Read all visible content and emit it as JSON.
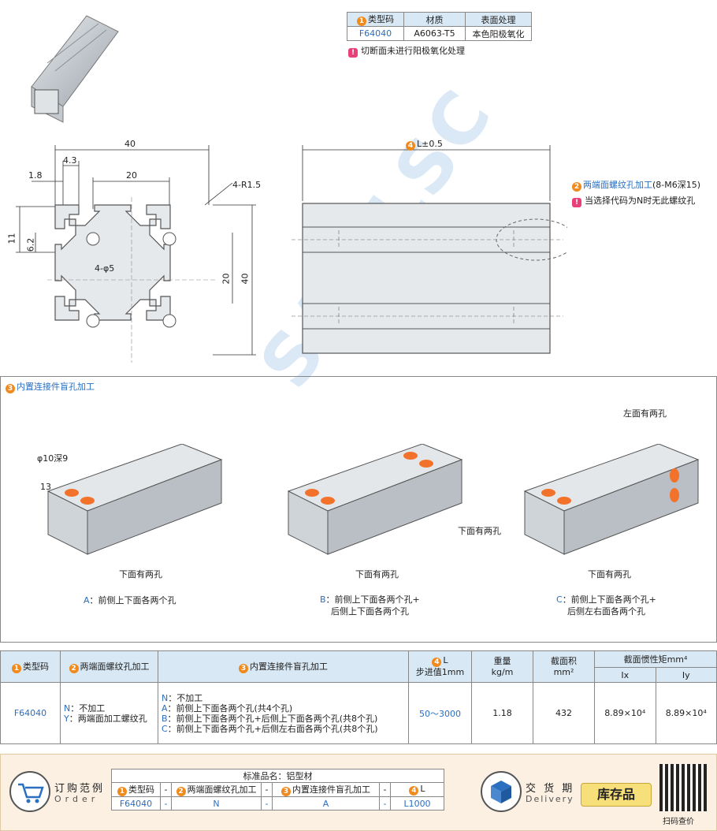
{
  "spec_table": {
    "headers": [
      "类型码",
      "材质",
      "表面处理"
    ],
    "header_num": "1",
    "row": [
      "F64040",
      "A6063-T5",
      "本色阳极氧化"
    ],
    "note": "切断面未进行阳极氧化处理"
  },
  "drawing": {
    "dim_40_top": "40",
    "dim_4_3": "4.3",
    "dim_1_8": "1.8",
    "dim_20_top": "20",
    "dim_r": "4-R1.5",
    "dim_11": "11",
    "dim_6_2": "6.2",
    "dim_phi": "4-φ5",
    "dim_20_side": "20",
    "dim_40_side": "40",
    "length_label": "L±0.5",
    "length_num": "4",
    "thread_num": "2",
    "thread_label": "两端面螺纹孔加工",
    "thread_spec": "(8-M6深15)",
    "thread_note": "当选择代码为N时无此螺纹孔",
    "watermark": "SAMLSC"
  },
  "section3": {
    "num": "3",
    "title": "内置连接件盲孔加工",
    "hole_spec": "φ10深9",
    "dim_13": "13",
    "label_left_two": "左面有两孔",
    "label_bottom_a": "下面有两孔",
    "label_bottom_b": "下面有两孔",
    "label_bottom_c": "下面有两孔",
    "label_bottom_c2": "下面有两孔",
    "opt_a_code": "A",
    "opt_a_text": "：前侧上下面各两个孔",
    "opt_b_code": "B",
    "opt_b_text1": "：前侧上下面各两个孔+",
    "opt_b_text2": "后侧上下面各两个孔",
    "opt_c_code": "C",
    "opt_c_text1": "：前侧上下面各两个孔+",
    "opt_c_text2": "后侧左右面各两个孔"
  },
  "main_table": {
    "h_type": "类型码",
    "h_thread": "两端面螺纹孔加工",
    "h_blind": "内置连接件盲孔加工",
    "h_l_num": "4",
    "h_l": "L",
    "h_l_sub": "步进值1mm",
    "h_weight": "重量",
    "h_weight_unit": "kg/m",
    "h_area": "截面积",
    "h_area_unit": "mm²",
    "h_inertia": "截面惯性矩mm⁴",
    "h_ix": "Ix",
    "h_iy": "Iy",
    "type": "F64040",
    "thread_n_code": "N",
    "thread_n": "：不加工",
    "thread_y_code": "Y",
    "thread_y": "：两端面加工螺纹孔",
    "blind_n_code": "N",
    "blind_n": "：不加工",
    "blind_a_code": "A",
    "blind_a": "：前侧上下面各两个孔(共4个孔)",
    "blind_b_code": "B",
    "blind_b": "：前侧上下面各两个孔+后侧上下面各两个孔(共8个孔)",
    "blind_c_code": "C",
    "blind_c": "：前侧上下面各两个孔+后侧左右面各两个孔(共8个孔)",
    "l_range": "50～3000",
    "weight": "1.18",
    "area": "432",
    "ix": "8.89×10⁴",
    "iy": "8.89×10⁴"
  },
  "order": {
    "title_cn": "订购范例",
    "title_en": "Order",
    "std_name": "标准品名：铝型材",
    "h_type": "类型码",
    "h_thread": "两端面螺纹孔加工",
    "h_blind": "内置连接件盲孔加工",
    "h_l": "L",
    "dash": "-",
    "v_type": "F64040",
    "v_thread": "N",
    "v_blind": "A",
    "v_l": "L1000",
    "delivery_cn": "交 货 期",
    "delivery_en": "Delivery",
    "stock": "库存品",
    "scan": "扫码查价"
  }
}
